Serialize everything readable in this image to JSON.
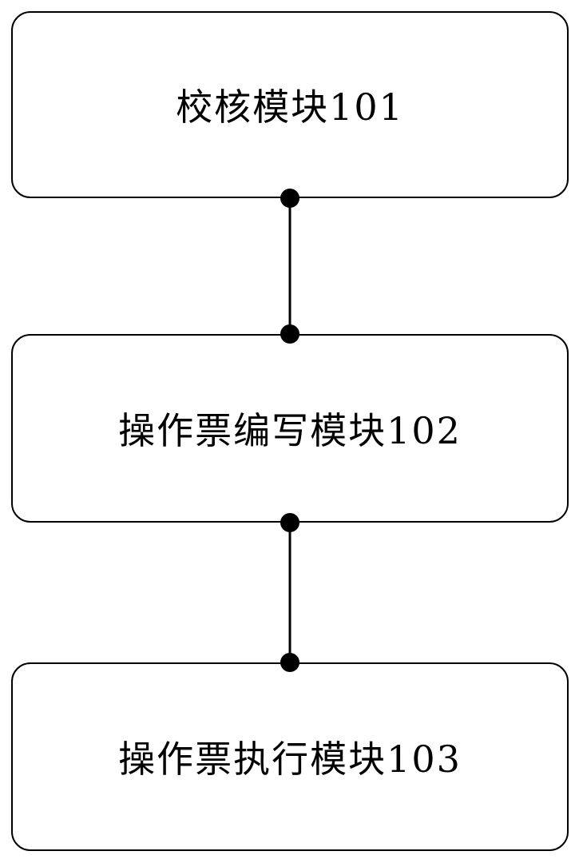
{
  "modules": [
    {
      "label": "校核模块101"
    },
    {
      "label": "操作票编写模块102"
    },
    {
      "label": "操作票执行模块103"
    }
  ],
  "colors": {
    "stroke": "#000000",
    "fill": "#ffffff"
  }
}
